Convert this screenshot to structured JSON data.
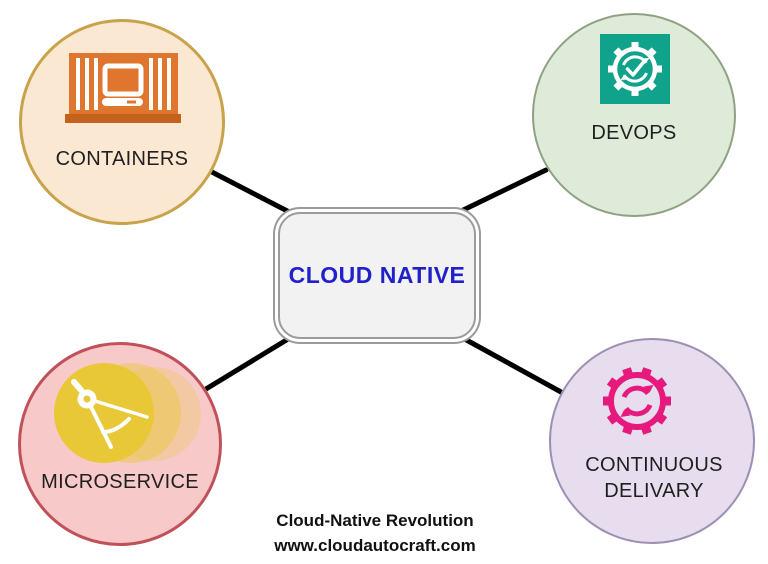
{
  "page": {
    "background": "#ffffff"
  },
  "diagram": {
    "center": {
      "label": "CLOUD NATIVE",
      "text_color": "#2121cb",
      "fill": "#f2f2f2",
      "border_color": "#9b9b9b"
    },
    "nodes": [
      {
        "id": "containers",
        "label": "CONTAINERS",
        "icon": "containers-icon",
        "fill": "#fbe8d3",
        "border": "#c8a34b",
        "icon_color": "#e0762d",
        "icon_color_dark": "#c4621d"
      },
      {
        "id": "devops",
        "label": "DEVOPS",
        "icon": "devops-gear-check-icon",
        "fill": "#deebd8",
        "border": "#90a183",
        "icon_color": "#10a28a"
      },
      {
        "id": "microservice",
        "label": "MICROSERVICE",
        "icon": "drafting-compass-icon",
        "fill": "#f7c9c9",
        "border": "#c05059",
        "icon_color": "#e9c838"
      },
      {
        "id": "continuous-delivery",
        "label": "CONTINUOUS DELIVARY",
        "icon": "gear-refresh-icon",
        "fill": "#e7ddee",
        "border": "#9d90b4",
        "icon_color": "#e6197d"
      }
    ],
    "connector_color": "#000000",
    "caption": {
      "line1": "Cloud-Native Revolution",
      "line2": "www.cloudautocraft.com"
    }
  }
}
